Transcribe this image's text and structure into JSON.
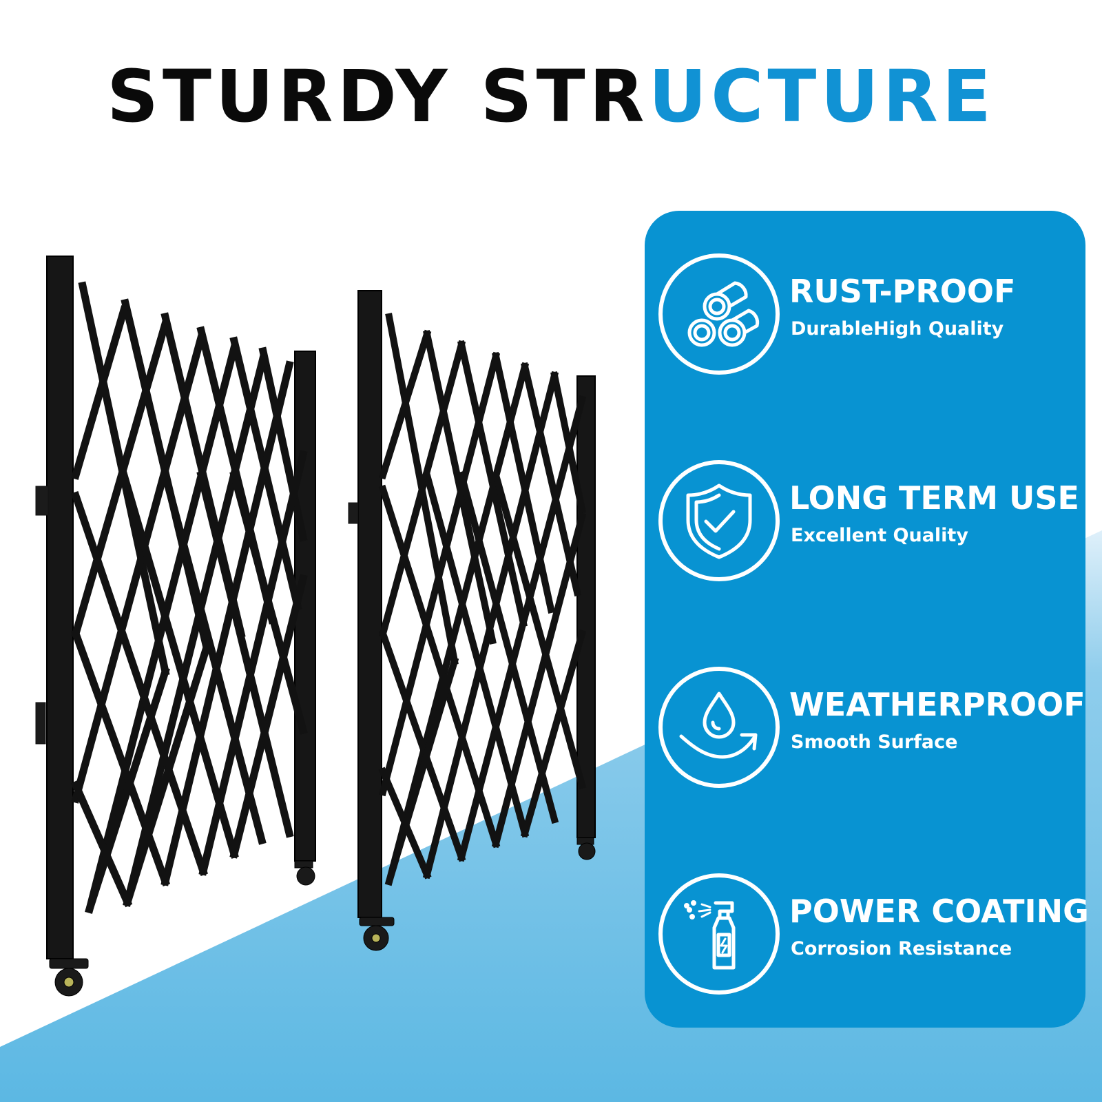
{
  "headline": {
    "dark": "STURDY STR",
    "accent": "UCTURE"
  },
  "colors": {
    "accent": "#1192d4",
    "panel": "#0893d2",
    "text_dark": "#0a0a0a",
    "floor": "#6fc0e6"
  },
  "features": [
    {
      "icon": "logs-icon",
      "title": "RUST-PROOF",
      "subtitle": "DurableHigh Quality"
    },
    {
      "icon": "shield-check-icon",
      "title": "LONG TERM USE",
      "subtitle": "Excellent Quality"
    },
    {
      "icon": "water-drop-icon",
      "title": "WEATHERPROOF",
      "subtitle": "Smooth Surface"
    },
    {
      "icon": "spray-bottle-icon",
      "title": "POWER COATING",
      "subtitle": "Corrosion Resistance"
    }
  ]
}
